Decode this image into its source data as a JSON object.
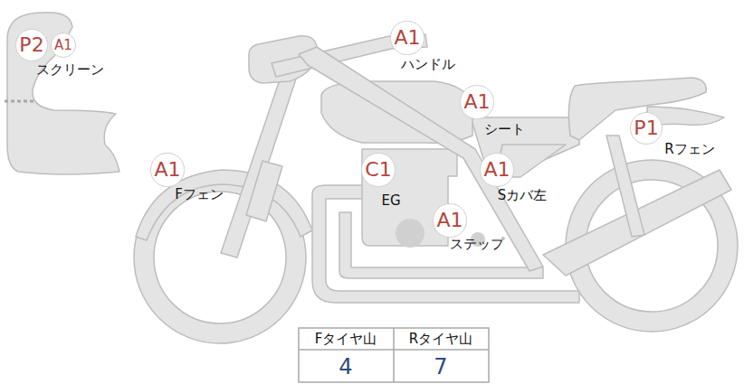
{
  "diagram": {
    "nodes": [
      {
        "text": [
          "P2"
        ]
      },
      {
        "text": [
          "A1"
        ]
      },
      {
        "text": [
          "A1"
        ]
      },
      {
        "text": [
          "A1"
        ]
      },
      {
        "text": [
          "P1"
        ]
      },
      {
        "text": [
          "A1"
        ]
      },
      {
        "text": [
          "C1"
        ]
      },
      {
        "text": [
          "A1"
        ]
      },
      {
        "text": [
          "A1"
        ]
      }
    ],
    "labels": [
      "スクリーン",
      "ハンドル",
      "シート",
      "Rフェン",
      "Fフェン",
      "EG",
      "Sカバ左",
      "ステップ",
      "Fタイヤ山",
      "Rタイヤ山",
      "4",
      "7"
    ]
  }
}
